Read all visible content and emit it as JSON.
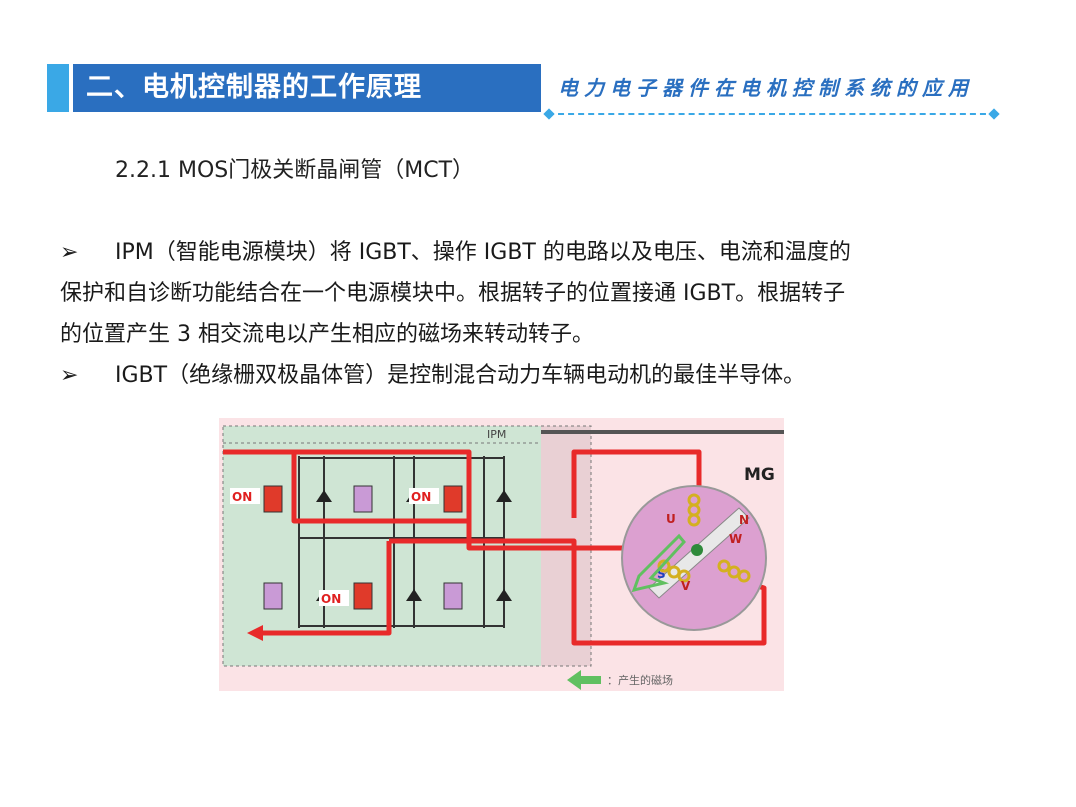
{
  "header": {
    "title": "二、电机控制器的工作原理",
    "subtitle": "电力电子器件在电机控制系统的应用"
  },
  "section_heading": "2.2.1 MOS门极关断晶闸管（MCT）",
  "bullet_symbol": "➢",
  "bullets": [
    {
      "lines": [
        "IPM（智能电源模块）将 IGBT、操作 IGBT 的电路以及电压、电流和温度的",
        "保护和自诊断功能结合在一个电源模块中。根据转子的位置接通 IGBT。根据转子",
        "的位置产生 3 相交流电以产生相应的磁场来转动转子。"
      ]
    },
    {
      "lines": [
        "IGBT（绝缘栅双极晶体管）是控制混合动力车辆电动机的最佳半导体。"
      ]
    }
  ],
  "figure": {
    "ipm_label": "IPM",
    "mg_label": "MG",
    "on_label": "ON",
    "phase_labels": [
      "U",
      "V",
      "W"
    ],
    "pole_labels": [
      "N",
      "S"
    ],
    "legend_text": "：产生的磁场",
    "colors": {
      "ipm_fill": "#cfe5d4",
      "current_path": "#e82a2a",
      "motor_fill": "#dca0d0",
      "field_arrow": "#60c060",
      "on_switch": "#e03a2a",
      "off_switch": "#c99ad6"
    }
  }
}
